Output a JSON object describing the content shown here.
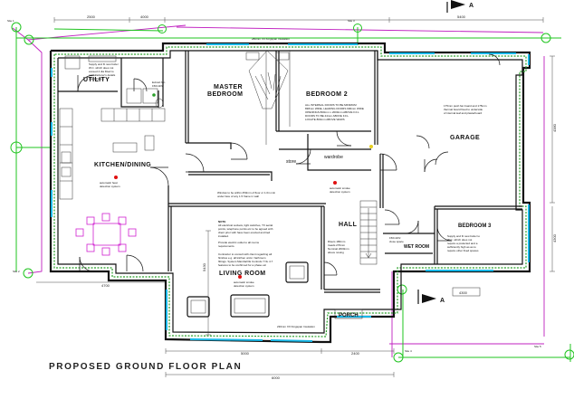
{
  "drawing": {
    "title": "PROPOSED GROUND FLOOR PLAN"
  },
  "rooms": {
    "utility": "UTILITY",
    "kitchen_dining": "KITCHEN/DINING",
    "master_bedroom_1": "MASTER",
    "master_bedroom_2": "BEDROOM",
    "bedroom2": "BEDROOM 2",
    "store": "store",
    "wardrobe": "wardrobe",
    "garage": "GARAGE",
    "hall": "HALL",
    "wet_room": "WET ROOM",
    "bedroom3": "BEDROOM 3",
    "living_room": "LIVING ROOM",
    "porch": "PORCH"
  },
  "grid_labels": {
    "a_top": "A",
    "a_bottom": "A"
  },
  "dimensions": {
    "top_left": "2500",
    "top_mid": "4000",
    "top_right": "5400",
    "left_bottom": "4700",
    "bottom_mid": "5000",
    "bottom_right": "2400",
    "bottom_total": "6000",
    "right_top": "4380",
    "right_bottom": "4300",
    "living_vertical": "5430",
    "wetroom": "4300"
  },
  "annotations": {
    "utility_note_1": "Supply and fit new boiler",
    "utility_note_2": "W.C. which does not",
    "utility_note_3": "exceed 4 dia fitted to",
    "utility_note_4": "manufacturer's details",
    "utility_note_5": "specification",
    "ext_fan_1": "Extract fan",
    "ext_fan_2": "150m3/hr",
    "heat_det_1": "automatic heat",
    "heat_det_2": "detection system",
    "smoke_det_1": "automatic smoke",
    "smoke_det_2": "detection system",
    "ins_top": "280mm XX Kingspan Insulation",
    "ins_bottom": "230mm XX Kingspan Insulation",
    "bedroom2_note_1": "ALL INTERNAL DOORS TO BE MINIMUM",
    "bedroom2_note_2": "838mm WIDE, LEADING DOORS 900mm WIDE",
    "bedroom2_note_3": "OPENINGS 800mm x 2000mm ABOVE F.F.L",
    "bedroom2_note_4": "DOORS TO BE 44mm ABOVE F.F.L",
    "bedroom2_note_5": "LOCATE 800mm ABOVE WHRS",
    "garage_note_1": "175mm push fan board and 175mm",
    "garage_note_2": "thermal board fixed to underside",
    "garage_note_3": "of internal leaf and plasterboard",
    "hall_note_1": "Window to be within 250mm of floor or 1.0m min",
    "hall_note_2": "under face of any 1.5 frame in wall",
    "living_note_1": "NOTE",
    "living_note_2": "All electrical sockets, light switches, TV aerial",
    "living_note_3": "points, telephone points etc to be agreed with",
    "living_note_4": "client prior with have been erected and tied",
    "living_note_5": "installed.",
    "living_note_6": "Provide electric outlet to all rooms",
    "living_note_7": "requirements.",
    "living_note_8": "Contractor to consult with client regarding all",
    "living_note_9": "finishes e.g. all kitchen units / bathroom",
    "living_note_10": "fittings. System Marshall IE Controls 7 NL 4.7",
    "living_note_11": "features to be confirmed for a phase etc",
    "stair_note_1": "Risers 180mm",
    "stair_note_2": "treads 270mm",
    "stair_note_3": "Nominal 2000mm",
    "stair_note_4": "above nosing",
    "bedroom3_note_1": "Supply and fit new boiler to",
    "bedroom3_note_2": "W.C. which does not",
    "bedroom3_note_3": "require a prelected and a",
    "bedroom3_note_4": "sufficiently high as as to",
    "bedroom3_note_5": "require other fixed spaces",
    "wetroom_note_1": "150m3/hr",
    "wetroom_note_2": "close space",
    "site_1": "Site 1",
    "site_2": "Site 2",
    "site_3": "Site 3",
    "site_4": "Site 4",
    "site_5": "Site 5"
  },
  "colors": {
    "insulation": "#2aa02a",
    "grid": "#1fc41f",
    "boundary": "#c020c0",
    "glazing": "#18b8e8",
    "detector": "#e01010",
    "furniture": "#d020d0"
  }
}
